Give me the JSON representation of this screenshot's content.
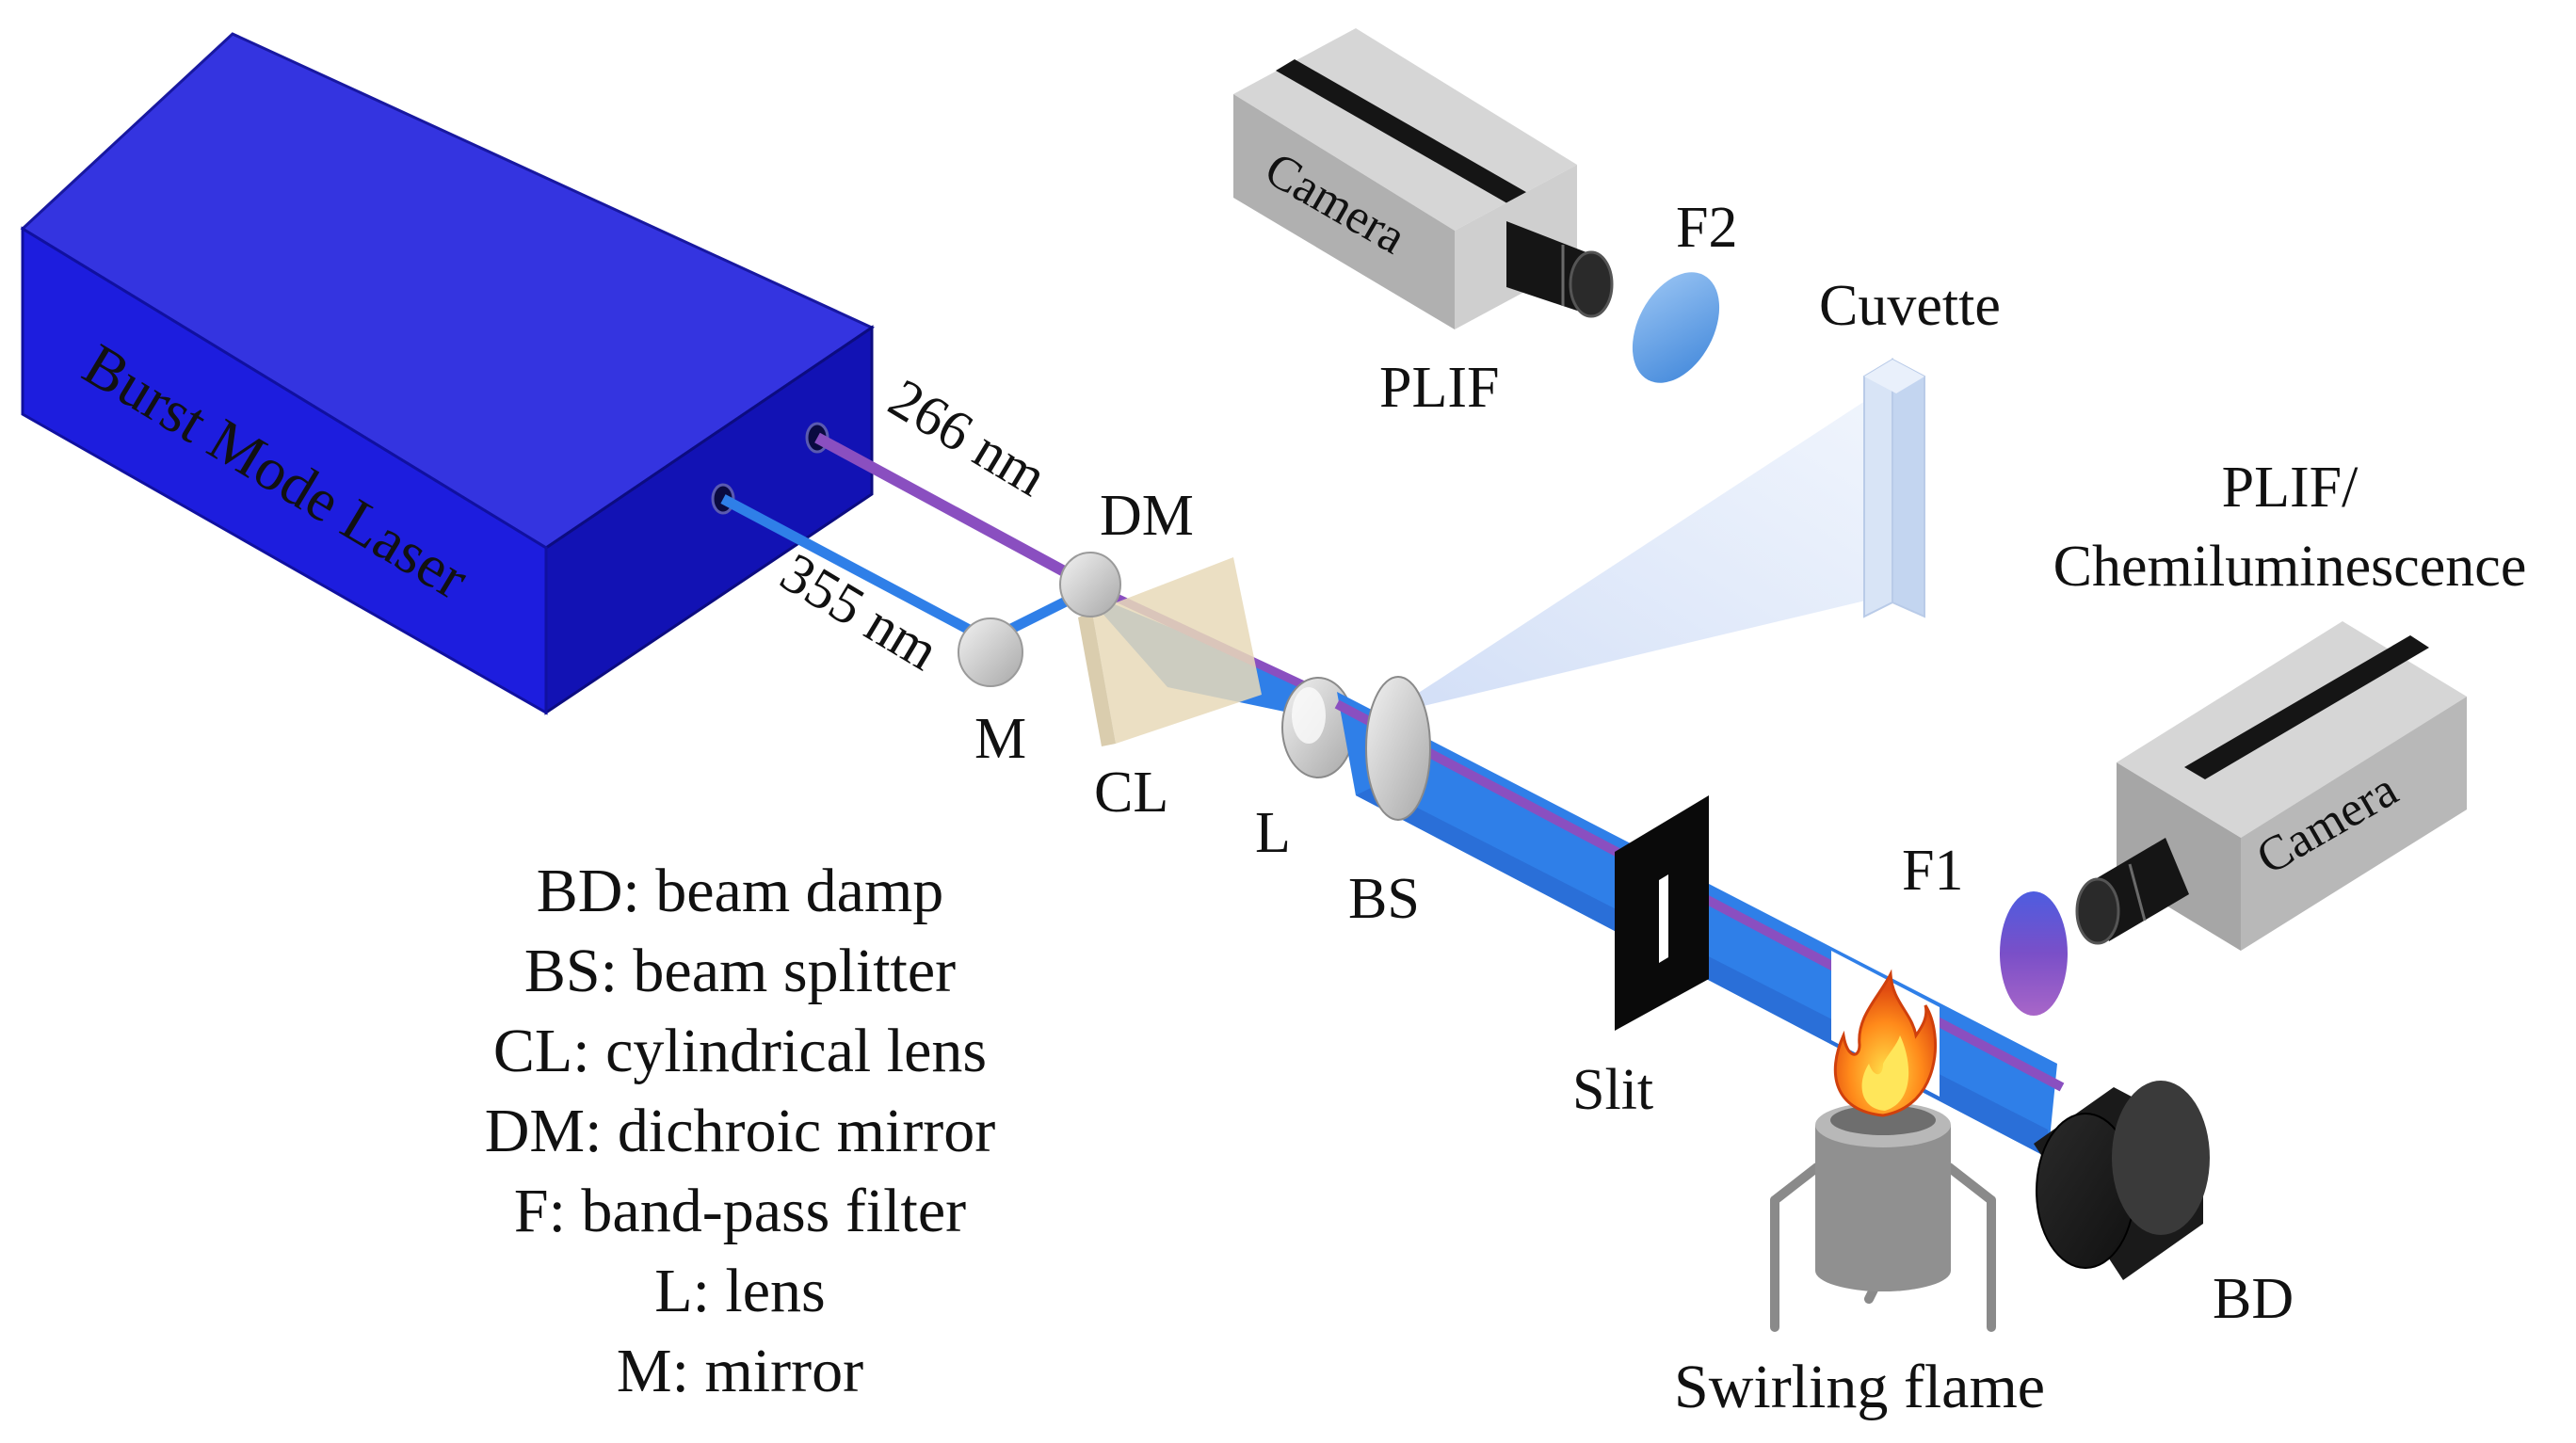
{
  "laser": {
    "label": "Burst Mode Laser",
    "color": "#1a1ae6"
  },
  "beams": {
    "uv266": {
      "label": "266 nm",
      "color": "#8a4fc0"
    },
    "uv355": {
      "label": "355 nm",
      "color": "#2f7fe8"
    }
  },
  "components": {
    "dm": "DM",
    "m": "M",
    "cl": "CL",
    "l": "L",
    "bs": "BS",
    "slit": "Slit",
    "bd": "BD",
    "f1": "F1",
    "f2": "F2",
    "cuvette": "Cuvette",
    "flame": "Swirling flame"
  },
  "cameras": {
    "top": {
      "text": "Camera",
      "label": "PLIF"
    },
    "right": {
      "text": "Camera",
      "label_line1": "PLIF/",
      "label_line2": "Chemiluminescence"
    }
  },
  "legend": [
    "BD: beam damp",
    "BS: beam splitter",
    "CL: cylindrical lens",
    "DM: dichroic mirror",
    "F: band-pass filter",
    "L: lens",
    "M: mirror"
  ]
}
